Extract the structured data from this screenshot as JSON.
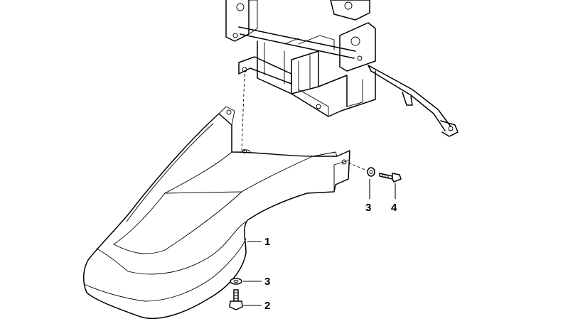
{
  "callouts": [
    {
      "id": "fender",
      "label": "1"
    },
    {
      "id": "bolt-lower",
      "label": "2"
    },
    {
      "id": "washer-lower",
      "label": "3"
    },
    {
      "id": "washer-upper",
      "label": "3"
    },
    {
      "id": "bolt-upper",
      "label": "4"
    }
  ],
  "colors": {
    "ink": "#000000",
    "background": "#ffffff"
  }
}
